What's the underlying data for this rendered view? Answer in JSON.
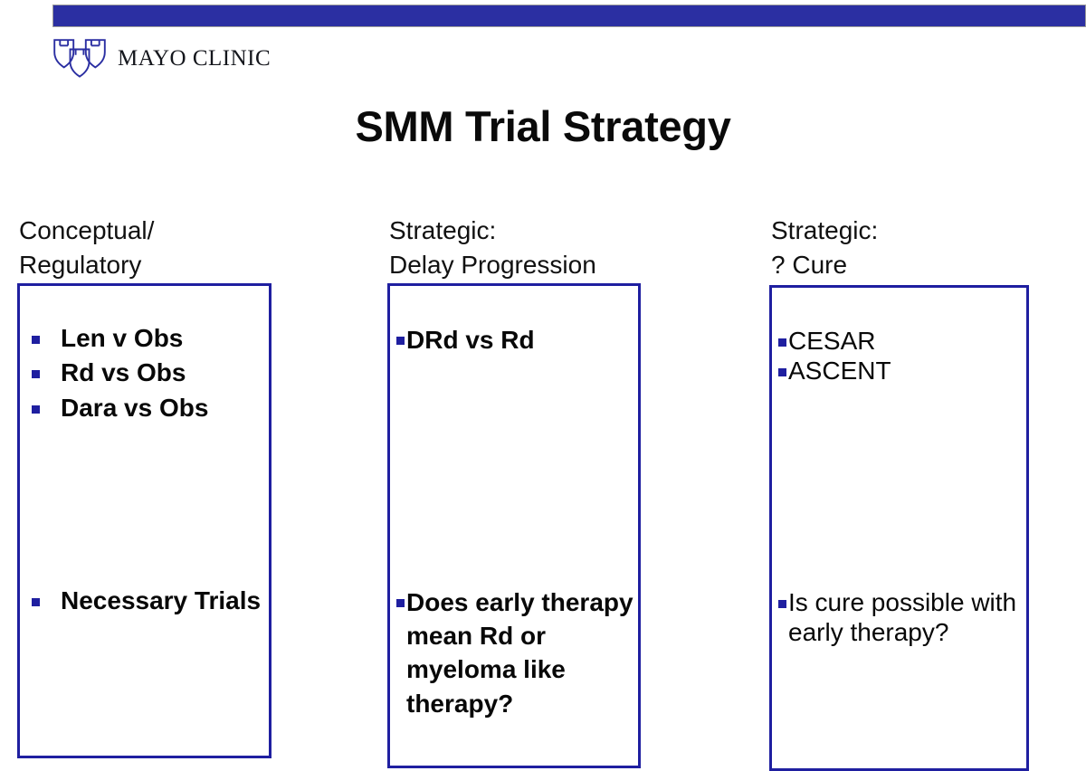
{
  "top_bar": {
    "color": "#2B2FA2"
  },
  "brand": {
    "logo_icon": "mayo-clinic-triple-shield-icon",
    "wordmark": "MAYO CLINIC",
    "color": "#2B2FA2"
  },
  "slide": {
    "title": "SMM Trial Strategy",
    "accent_color": "#1F1FA0",
    "text_color": "#080808"
  },
  "columns": [
    {
      "id": "conceptual-regulatory",
      "header": "Conceptual/\nRegulatory",
      "emphasis": "bold",
      "groups": [
        {
          "id": "trials-list",
          "items": [
            {
              "text": "Len v Obs"
            },
            {
              "text": "Rd vs Obs"
            },
            {
              "text": "Dara vs Obs"
            }
          ]
        },
        {
          "id": "conclusion",
          "items": [
            {
              "text": "Necessary Trials"
            }
          ]
        }
      ]
    },
    {
      "id": "delay-progression",
      "header": "Strategic:\nDelay Progression",
      "emphasis": "bold",
      "groups": [
        {
          "id": "trials-list",
          "items": [
            {
              "text": "DRd vs Rd"
            }
          ]
        },
        {
          "id": "question",
          "items": [
            {
              "text": "Does early therapy mean Rd or myeloma like therapy?"
            }
          ]
        }
      ]
    },
    {
      "id": "cure",
      "header": "Strategic:\n? Cure",
      "emphasis": "regular",
      "groups": [
        {
          "id": "trials-list",
          "items": [
            {
              "text": "CESAR"
            },
            {
              "text": "ASCENT"
            }
          ]
        },
        {
          "id": "question",
          "items": [
            {
              "text": "Is cure possible with early therapy?"
            }
          ]
        }
      ]
    }
  ]
}
